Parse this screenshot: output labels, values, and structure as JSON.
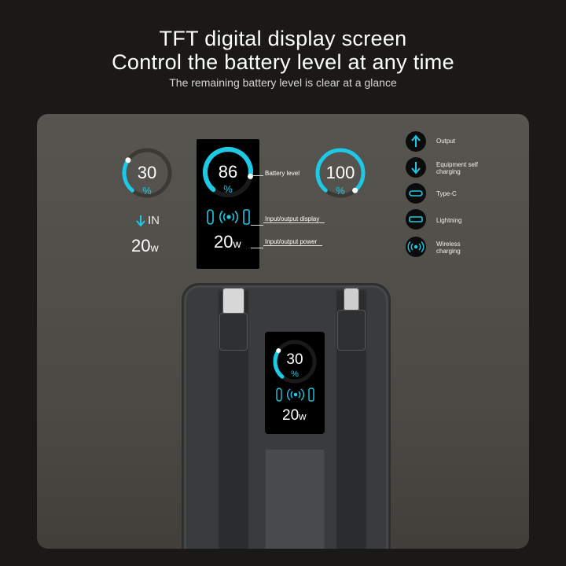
{
  "header": {
    "title_line1": "TFT digital display screen",
    "title_line2": "Control the battery level at any time",
    "subtitle": "The remaining battery level is clear at a glance"
  },
  "dials": {
    "left": {
      "value": "30",
      "unit": "%",
      "level": 0.3
    },
    "center": {
      "value": "86",
      "unit": "%",
      "level": 0.86
    },
    "right": {
      "value": "100",
      "unit": "%",
      "level": 1.0
    }
  },
  "input": {
    "direction_label": "IN",
    "power_value": "20",
    "power_unit": "w"
  },
  "display": {
    "power_value": "20",
    "power_unit": "w"
  },
  "callouts": {
    "battery_level": "Battery level",
    "io_display": "Input/output display",
    "io_power": "Input/output power"
  },
  "legend": [
    {
      "icon": "up-arrow-icon",
      "label": "Output"
    },
    {
      "icon": "down-arrow-icon",
      "label": "Equipment self charging"
    },
    {
      "icon": "type-c-icon",
      "label": "Type-C"
    },
    {
      "icon": "lightning-icon",
      "label": "Lightning"
    },
    {
      "icon": "wireless-icon",
      "label": "Wireless charging"
    }
  ],
  "device_screen": {
    "value": "30",
    "unit": "%",
    "power_value": "20",
    "power_unit": "w",
    "level": 0.3
  },
  "colors": {
    "accent": "#1ec9e6",
    "background": "#1b1917",
    "panel": "#4f4d48"
  }
}
